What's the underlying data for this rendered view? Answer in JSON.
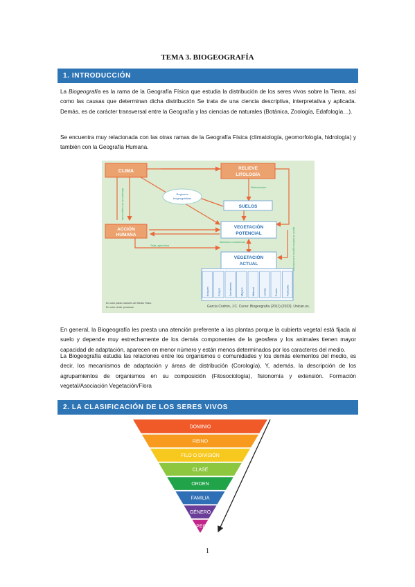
{
  "title": "TEMA 3. BIOGEOGRAFÍA",
  "section1": "1.  INTRODUCCIÓN",
  "p1": {
    "a": "La ",
    "b": "Biogeografía",
    "c": " es la rama de la Geografía Física que estudia la distribución de los seres vivos sobre la Tierra, así como las causas que determinan dicha distribución Se trata de una ciencia descriptiva, interpretativa y aplicada. Demás, es de carácter transversal entre la Geografía y las ciencias de naturales (Botánica, Zoología, Edafología…)."
  },
  "p2": "Se encuentra muy relacionada con las otras ramas de la Geografía Física (climatología, geomorfología, hidrología) y también con la Geografía Humana.",
  "diagram": {
    "clima": "CLIMA",
    "relieve": "RELIEVE",
    "litologia": "LITOLOGÍA",
    "regiones": "Regiones",
    "regiones2": "biogeográficas",
    "suelos": "SUELOS",
    "meteorizacion": "Meteorización",
    "accion": "ACCIÓN",
    "humana": "HUMANA",
    "vegpot1": "VEGETACIÓN",
    "vegpot2": "POTENCIAL",
    "vegact1": "VEGETACIÓN",
    "vegact2": "ACTUAL",
    "alteracion": "Alteración ecosistemas",
    "talas": "Talas, agricultura",
    "left_vertical": "Alteración de los componentes",
    "right_vertical": "Aporte de materia orgánica a ecosistemas",
    "types": [
      "Bosques",
      "Fuegos",
      "Semideserto",
      "Majuelo",
      "Matorral",
      "Landas",
      "Prados",
      "Pastizales"
    ],
    "legend1": "En color pardo: factores del Medio Físico",
    "legend2": "En color verde: procesos",
    "credit": "García Codrón, J.C. Curso: Biogeografía (2011) (2023). Unican.es."
  },
  "p3": "En general, la Biogeografía les presta una atención preferente a las plantas porque la cubierta vegetal está fijada al suelo y depende muy estrechamente de los demás componentes de la geosfera y los animales tienen mayor capacidad de adaptación, aparecen en menor número y están menos determinados por los caracteres del medio.",
  "p4": "La Biogeografía estudia las relaciones entre los organismos o comunidades y los demás elementos del medio, es decir, los mecanismos de adaptación y áreas de distribución (Corología), Y, además, la descripción de los agrupamientos de organismos en su composición (Fitosociología), fisionomía y extensión. Formación vegetal/Asociación Vegetación/Flora",
  "section2": "2.  LA CLASIFICACIÓN DE LOS SERES VIVOS",
  "pyramid": {
    "levels": [
      "DOMINIO",
      "REINO",
      "FILO O DIVISIÓN",
      "CLASE",
      "ORDEN",
      "FAMILIA",
      "GÉNERO",
      "ESPECIE"
    ],
    "colors": [
      "#f05a28",
      "#f79a1e",
      "#f7c81e",
      "#8dc63f",
      "#21a34a",
      "#2f6fb5",
      "#6a3e98",
      "#c2268a"
    ]
  },
  "page_number": "1"
}
